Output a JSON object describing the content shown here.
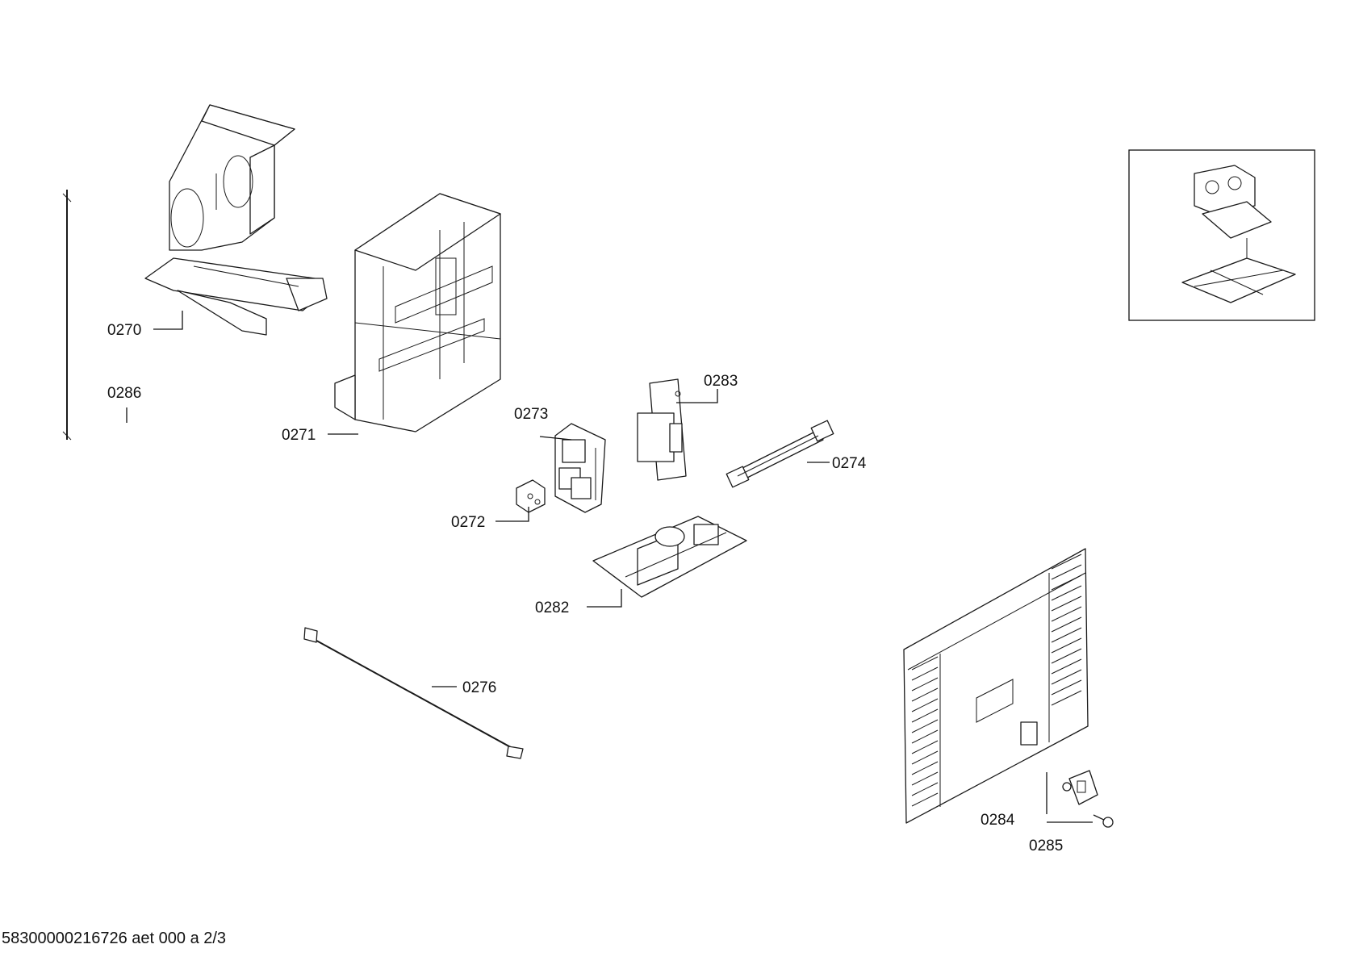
{
  "diagram": {
    "parts": [
      {
        "id": "p0270",
        "label": "0270"
      },
      {
        "id": "p0271",
        "label": "0271"
      },
      {
        "id": "p0272",
        "label": "0272"
      },
      {
        "id": "p0273",
        "label": "0273"
      },
      {
        "id": "p0274",
        "label": "0274"
      },
      {
        "id": "p0276",
        "label": "0276"
      },
      {
        "id": "p0282",
        "label": "0282"
      },
      {
        "id": "p0283",
        "label": "0283"
      },
      {
        "id": "p0284",
        "label": "0284"
      },
      {
        "id": "p0285",
        "label": "0285"
      },
      {
        "id": "p0286",
        "label": "0286"
      }
    ],
    "footer": "58300000216726 aet 000 a 2/3"
  }
}
